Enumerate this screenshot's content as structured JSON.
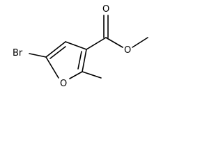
{
  "atoms": {
    "carbonyl_oxygen": "O",
    "ester_oxygen": "O",
    "ring_oxygen": "O",
    "bromine": "Br"
  },
  "colors": {
    "bond": "#000000",
    "label": "#000000",
    "background": "#ffffff"
  }
}
